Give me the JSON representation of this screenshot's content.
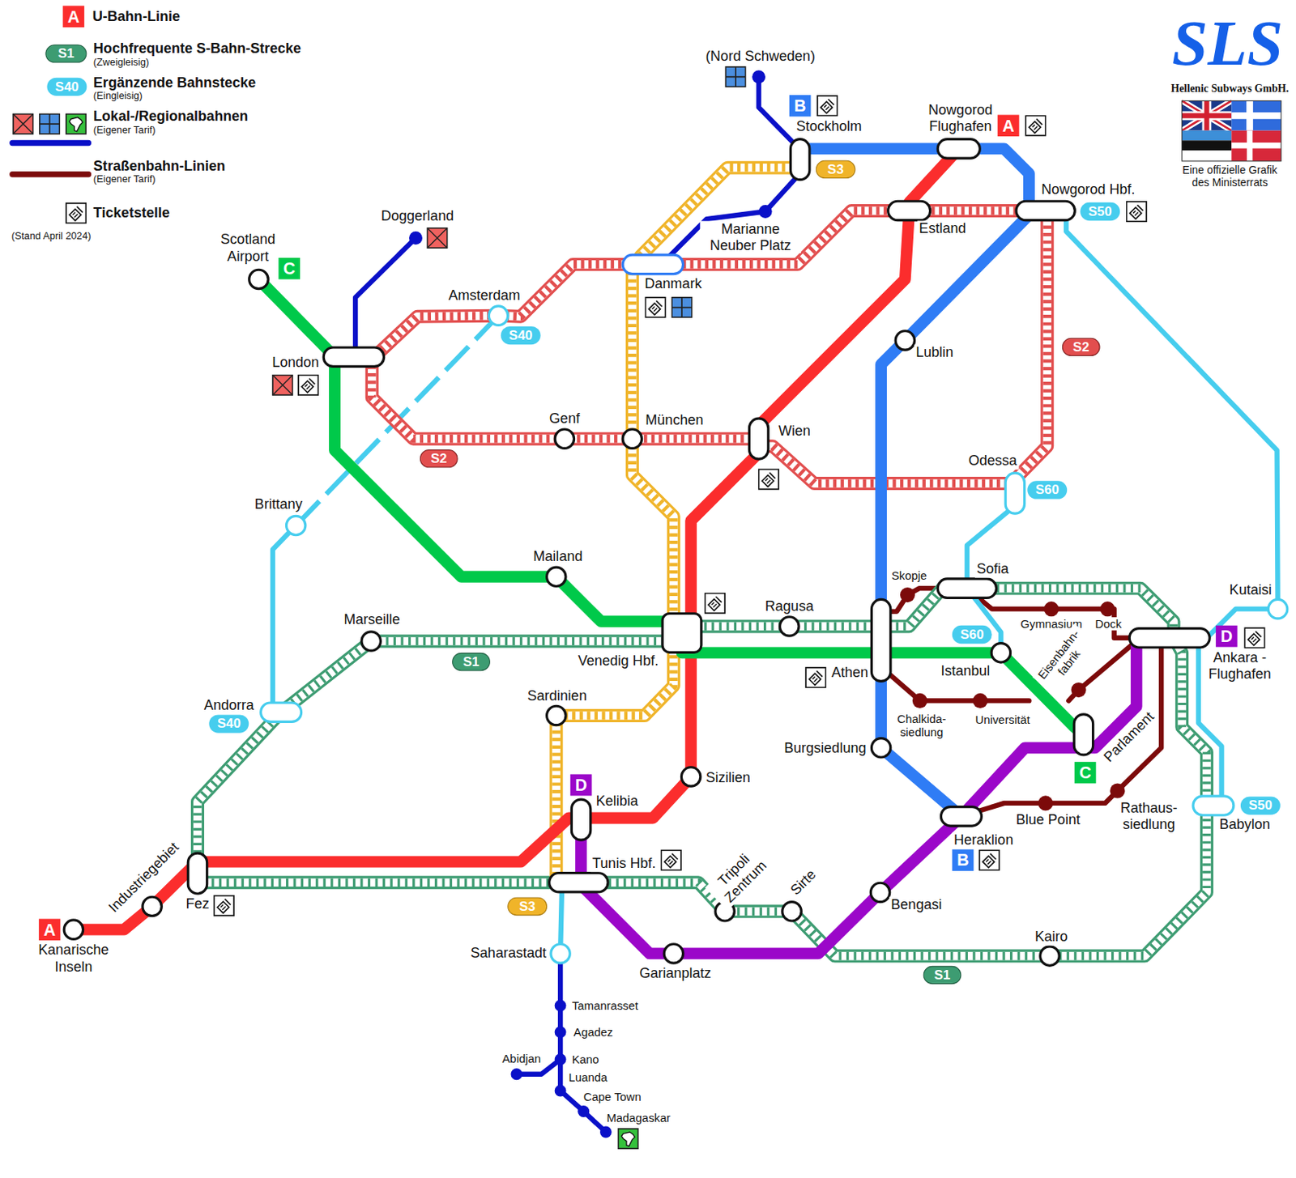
{
  "diagram": {
    "nodes": [
      {
        "text": [
          "(Nord Schweden)"
        ]
      },
      {
        "text": [
          "Stockholm"
        ]
      },
      {
        "text": [
          "Nowgorod Flughafen"
        ]
      },
      {
        "text": [
          "Marianne Neuber Platz"
        ]
      },
      {
        "text": [
          "Estland"
        ]
      },
      {
        "text": [
          "Nowgorod Hbf."
        ]
      },
      {
        "text": [
          "Doggerland"
        ]
      },
      {
        "text": [
          "Scotland Airport"
        ]
      },
      {
        "text": [
          "Danmark"
        ]
      },
      {
        "text": [
          "Amsterdam"
        ]
      },
      {
        "text": [
          "Lublin"
        ]
      },
      {
        "text": [
          "London"
        ]
      },
      {
        "text": [
          "Genf"
        ]
      },
      {
        "text": [
          "München"
        ]
      },
      {
        "text": [
          "Wien"
        ]
      },
      {
        "text": [
          "Odessa"
        ]
      },
      {
        "text": [
          "Brittany"
        ]
      },
      {
        "text": [
          "Mailand"
        ]
      },
      {
        "text": [
          "Skopje"
        ]
      },
      {
        "text": [
          "Sofia"
        ]
      },
      {
        "text": [
          "Gymnasium"
        ]
      },
      {
        "text": [
          "Dock"
        ]
      },
      {
        "text": [
          "Ragusa"
        ]
      },
      {
        "text": [
          "Marseille"
        ]
      },
      {
        "text": [
          "Venedig Hbf."
        ]
      },
      {
        "text": [
          "Ankara - Flughafen"
        ]
      },
      {
        "text": [
          "Kutaisi"
        ]
      },
      {
        "text": [
          "Athen"
        ]
      },
      {
        "text": [
          "Istanbul"
        ]
      },
      {
        "text": [
          "Eisenbahn- fabrik"
        ]
      },
      {
        "text": [
          "Sardinien"
        ]
      },
      {
        "text": [
          "Andorra"
        ]
      },
      {
        "text": [
          "Chalkida- siedlung"
        ]
      },
      {
        "text": [
          "Universität"
        ]
      },
      {
        "text": [
          "Parlament"
        ]
      },
      {
        "text": [
          "Burgsiedlung"
        ]
      },
      {
        "text": [
          "Sizilien"
        ]
      },
      {
        "text": [
          "Rathaus- siedlung"
        ]
      },
      {
        "text": [
          "Kelibia"
        ]
      },
      {
        "text": [
          "Babylon"
        ]
      },
      {
        "text": [
          "Blue Point"
        ]
      },
      {
        "text": [
          "Heraklion"
        ]
      },
      {
        "text": [
          "Fez"
        ]
      },
      {
        "text": [
          "Tunis Hbf."
        ]
      },
      {
        "text": [
          "Bengasi"
        ]
      },
      {
        "text": [
          "Industriegebiet"
        ]
      },
      {
        "text": [
          "Tripoli Zentrum"
        ]
      },
      {
        "text": [
          "Sirte"
        ]
      },
      {
        "text": [
          "Kanarische Inseln"
        ]
      },
      {
        "text": [
          "Garianplatz"
        ]
      },
      {
        "text": [
          "Saharastadt"
        ]
      },
      {
        "text": [
          "Kairo"
        ]
      },
      {
        "text": [
          "Tamanrasset"
        ]
      },
      {
        "text": [
          "Agadez"
        ]
      },
      {
        "text": [
          "Abidjan"
        ]
      },
      {
        "text": [
          "Kano"
        ]
      },
      {
        "text": [
          "Luanda"
        ]
      },
      {
        "text": [
          "Cape Town"
        ]
      },
      {
        "text": [
          "Madagaskar"
        ]
      },
      {
        "text": [
          "A"
        ]
      },
      {
        "text": [
          "B"
        ]
      },
      {
        "text": [
          "C"
        ]
      },
      {
        "text": [
          "S3"
        ]
      },
      {
        "text": [
          "S50"
        ]
      },
      {
        "text": [
          "S40"
        ]
      },
      {
        "text": [
          "S2"
        ]
      },
      {
        "text": [
          "S2"
        ]
      },
      {
        "text": [
          "S60"
        ]
      },
      {
        "text": [
          "S60"
        ]
      },
      {
        "text": [
          "S1"
        ]
      },
      {
        "text": [
          "D"
        ]
      },
      {
        "text": [
          "S40"
        ]
      },
      {
        "text": [
          "C"
        ]
      },
      {
        "text": [
          "D"
        ]
      },
      {
        "text": [
          "S50"
        ]
      },
      {
        "text": [
          "B"
        ]
      },
      {
        "text": [
          "S3"
        ]
      },
      {
        "text": [
          "A"
        ]
      },
      {
        "text": [
          "S1"
        ]
      }
    ],
    "edges": [
      {
        "from": 48,
        "to": 45,
        "arrow": "none"
      },
      {
        "from": 45,
        "to": 42,
        "arrow": "none"
      },
      {
        "from": 42,
        "to": 38,
        "arrow": "none"
      },
      {
        "from": 38,
        "to": 36,
        "arrow": "none"
      },
      {
        "from": 36,
        "to": 14,
        "arrow": "none"
      },
      {
        "from": 14,
        "to": 4,
        "arrow": "none"
      },
      {
        "from": 4,
        "to": 2,
        "arrow": "none"
      },
      {
        "from": 1,
        "to": 2,
        "arrow": "none"
      },
      {
        "from": 2,
        "to": 5,
        "arrow": "none"
      },
      {
        "from": 5,
        "to": 10,
        "arrow": "none"
      },
      {
        "from": 10,
        "to": 27,
        "arrow": "none"
      },
      {
        "from": 27,
        "to": 35,
        "arrow": "none"
      },
      {
        "from": 35,
        "to": 41,
        "arrow": "none"
      },
      {
        "from": 7,
        "to": 11,
        "arrow": "none"
      },
      {
        "from": 11,
        "to": 17,
        "arrow": "none"
      },
      {
        "from": 17,
        "to": 24,
        "arrow": "none"
      },
      {
        "from": 24,
        "to": 27,
        "arrow": "none"
      },
      {
        "from": 27,
        "to": 28,
        "arrow": "none"
      },
      {
        "from": 28,
        "to": 34,
        "arrow": "none"
      },
      {
        "from": 38,
        "to": 43,
        "arrow": "none"
      },
      {
        "from": 43,
        "to": 49,
        "arrow": "none"
      },
      {
        "from": 49,
        "to": 44,
        "arrow": "none"
      },
      {
        "from": 44,
        "to": 41,
        "arrow": "none"
      },
      {
        "from": 41,
        "to": 34,
        "arrow": "none"
      },
      {
        "from": 34,
        "to": 25,
        "arrow": "none"
      },
      {
        "from": 23,
        "to": 24,
        "arrow": "none"
      },
      {
        "from": 24,
        "to": 22,
        "arrow": "none"
      },
      {
        "from": 22,
        "to": 27,
        "arrow": "none"
      },
      {
        "from": 27,
        "to": 19,
        "arrow": "none"
      },
      {
        "from": 19,
        "to": 25,
        "arrow": "none"
      },
      {
        "from": 25,
        "to": 51,
        "arrow": "none"
      },
      {
        "from": 51,
        "to": 47,
        "arrow": "none"
      },
      {
        "from": 47,
        "to": 46,
        "arrow": "none"
      },
      {
        "from": 46,
        "to": 43,
        "arrow": "none"
      },
      {
        "from": 43,
        "to": 42,
        "arrow": "none"
      },
      {
        "from": 42,
        "to": 31,
        "arrow": "none"
      },
      {
        "from": 31,
        "to": 23,
        "arrow": "none"
      },
      {
        "from": 11,
        "to": 9,
        "arrow": "none"
      },
      {
        "from": 9,
        "to": 8,
        "arrow": "none"
      },
      {
        "from": 8,
        "to": 4,
        "arrow": "none"
      },
      {
        "from": 4,
        "to": 5,
        "arrow": "none"
      },
      {
        "from": 5,
        "to": 15,
        "arrow": "none"
      },
      {
        "from": 15,
        "to": 14,
        "arrow": "none"
      },
      {
        "from": 14,
        "to": 13,
        "arrow": "none"
      },
      {
        "from": 13,
        "to": 12,
        "arrow": "none"
      },
      {
        "from": 12,
        "to": 11,
        "arrow": "none"
      },
      {
        "from": 1,
        "to": 8,
        "arrow": "none"
      },
      {
        "from": 8,
        "to": 13,
        "arrow": "none"
      },
      {
        "from": 13,
        "to": 24,
        "arrow": "none"
      },
      {
        "from": 24,
        "to": 30,
        "arrow": "none"
      },
      {
        "from": 30,
        "to": 43,
        "arrow": "none"
      },
      {
        "from": 9,
        "to": 16,
        "arrow": "none"
      },
      {
        "from": 16,
        "to": 31,
        "arrow": "none"
      },
      {
        "from": 43,
        "to": 50,
        "arrow": "none"
      },
      {
        "from": 5,
        "to": 26,
        "arrow": "none"
      },
      {
        "from": 26,
        "to": 25,
        "arrow": "none"
      },
      {
        "from": 25,
        "to": 39,
        "arrow": "none"
      },
      {
        "from": 15,
        "to": 19,
        "arrow": "none"
      },
      {
        "from": 19,
        "to": 28,
        "arrow": "none"
      },
      {
        "from": 0,
        "to": 1,
        "arrow": "none"
      },
      {
        "from": 8,
        "to": 3,
        "arrow": "none"
      },
      {
        "from": 3,
        "to": 1,
        "arrow": "none"
      },
      {
        "from": 6,
        "to": 11,
        "arrow": "none"
      },
      {
        "from": 50,
        "to": 52,
        "arrow": "none"
      },
      {
        "from": 52,
        "to": 53,
        "arrow": "none"
      },
      {
        "from": 53,
        "to": 55,
        "arrow": "none"
      },
      {
        "from": 54,
        "to": 55,
        "arrow": "none"
      },
      {
        "from": 55,
        "to": 56,
        "arrow": "none"
      },
      {
        "from": 56,
        "to": 57,
        "arrow": "none"
      },
      {
        "from": 57,
        "to": 58,
        "arrow": "none"
      },
      {
        "from": 27,
        "to": 18,
        "arrow": "none"
      },
      {
        "from": 18,
        "to": 19,
        "arrow": "none"
      },
      {
        "from": 19,
        "to": 20,
        "arrow": "none"
      },
      {
        "from": 20,
        "to": 21,
        "arrow": "none"
      },
      {
        "from": 21,
        "to": 25,
        "arrow": "none"
      },
      {
        "from": 25,
        "to": 29,
        "arrow": "none"
      },
      {
        "from": 27,
        "to": 32,
        "arrow": "none"
      },
      {
        "from": 32,
        "to": 33,
        "arrow": "none"
      },
      {
        "from": 25,
        "to": 37,
        "arrow": "none"
      },
      {
        "from": 37,
        "to": 40,
        "arrow": "none"
      },
      {
        "from": 40,
        "to": 41,
        "arrow": "none"
      }
    ],
    "labels": [
      "A",
      "S1",
      "S40",
      "(Zweigleisig)",
      "(Eingleisig)",
      "(Eigener Tarif)",
      "(Eigener Tarif)",
      "(Stand April 2024)",
      "SLS",
      "Hellenic Subways GmbH.",
      "Eine offizielle Grafik des Ministerrats"
    ],
    "legend": [
      {
        "text": "U-Bahn-Linie",
        "color": "#fb2d2d"
      },
      {
        "text": "Hochfrequente S-Bahn-Strecke",
        "color": "#3d9c72"
      },
      {
        "text": "Ergänzende Bahnstecke",
        "color": "#46cdee"
      },
      {
        "text": "Lokal-/Regionalbahnen"
      },
      {
        "text": "Straßenbahn-Linien"
      },
      {
        "text": "Ticketstelle"
      }
    ]
  }
}
